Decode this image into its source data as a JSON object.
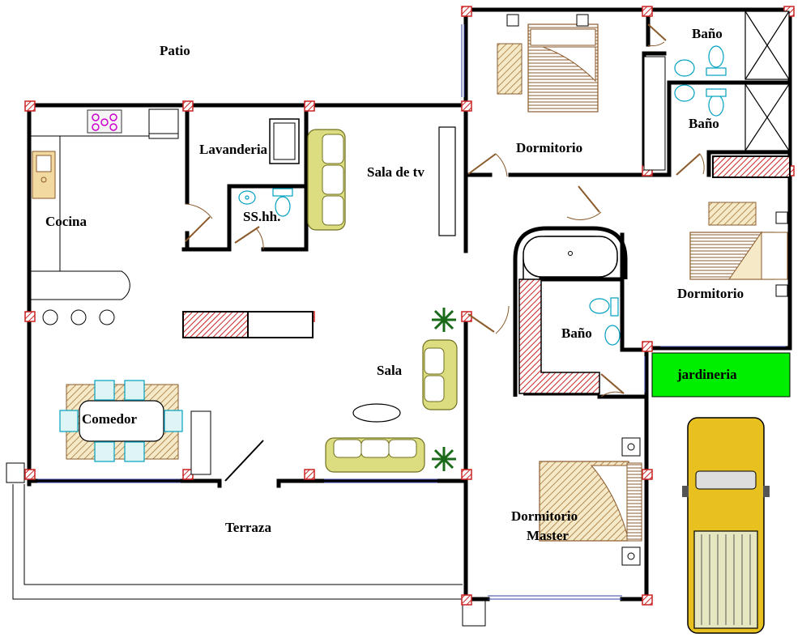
{
  "rooms": {
    "patio": "Patio",
    "lavanderia": "Lavanderia",
    "sala_tv": "Sala de tv",
    "cocina": "Cocina",
    "sshh": "SS.hh.",
    "dormitorio_1": "Dormitorio",
    "bano_1": "Baño",
    "bano_2": "Baño",
    "dormitorio_2": "Dormitorio",
    "bano_master": "Baño",
    "jardineria": "jardineria",
    "sala": "Sala",
    "comedor": "Comedor",
    "terraza": "Terraza",
    "dormitorio_master_line1": "Dormitorio",
    "dormitorio_master_line2": "Master"
  },
  "colors": {
    "wall": "#000000",
    "column_hatch": "#cc2222",
    "furniture": "#8b5a2b",
    "sofa": "#cfcf60",
    "fixture": "#00a0c0",
    "garden": "#00ee00",
    "car": "#e8c020",
    "stove": "#cc00cc"
  }
}
